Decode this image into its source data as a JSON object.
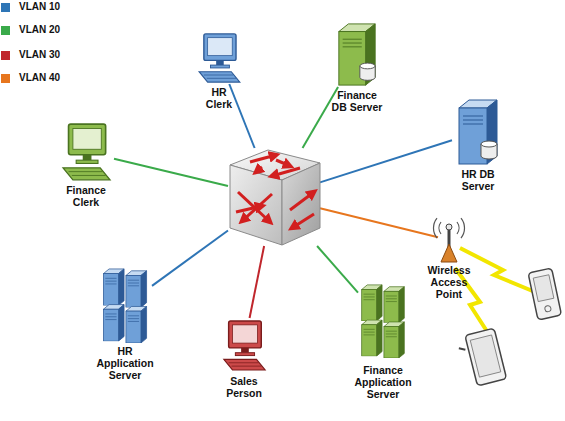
{
  "diagram": {
    "nodes": [
      {
        "text": [
          "HR Clerk"
        ]
      },
      {
        "text": [
          "Finance DB Server"
        ]
      },
      {
        "text": [
          "HR DB Server"
        ]
      },
      {
        "text": [
          "Finance Clerk"
        ]
      },
      {
        "text": []
      },
      {
        "text": [
          "Wireless Access Point"
        ]
      },
      {
        "text": [
          "HR Application Server"
        ]
      },
      {
        "text": [
          "Finance Application Server"
        ]
      },
      {
        "text": [
          "Sales Person"
        ]
      }
    ],
    "edges": [
      {
        "from": 4,
        "to": 0,
        "arrow": "none"
      },
      {
        "from": 4,
        "to": 1,
        "arrow": "none"
      },
      {
        "from": 4,
        "to": 2,
        "arrow": "none"
      },
      {
        "from": 4,
        "to": 3,
        "arrow": "none"
      },
      {
        "from": 4,
        "to": 5,
        "arrow": "none"
      },
      {
        "from": 4,
        "to": 6,
        "arrow": "none"
      },
      {
        "from": 4,
        "to": 7,
        "arrow": "none"
      },
      {
        "from": 4,
        "to": 8,
        "arrow": "none"
      }
    ],
    "legend": [
      {
        "text": "VLAN 10",
        "color": "#2e75b6"
      },
      {
        "text": "VLAN 20",
        "color": "#3aaa4a"
      },
      {
        "text": "VLAN 30",
        "color": "#c0262c"
      },
      {
        "text": "VLAN 40",
        "color": "#e7761e"
      }
    ]
  }
}
